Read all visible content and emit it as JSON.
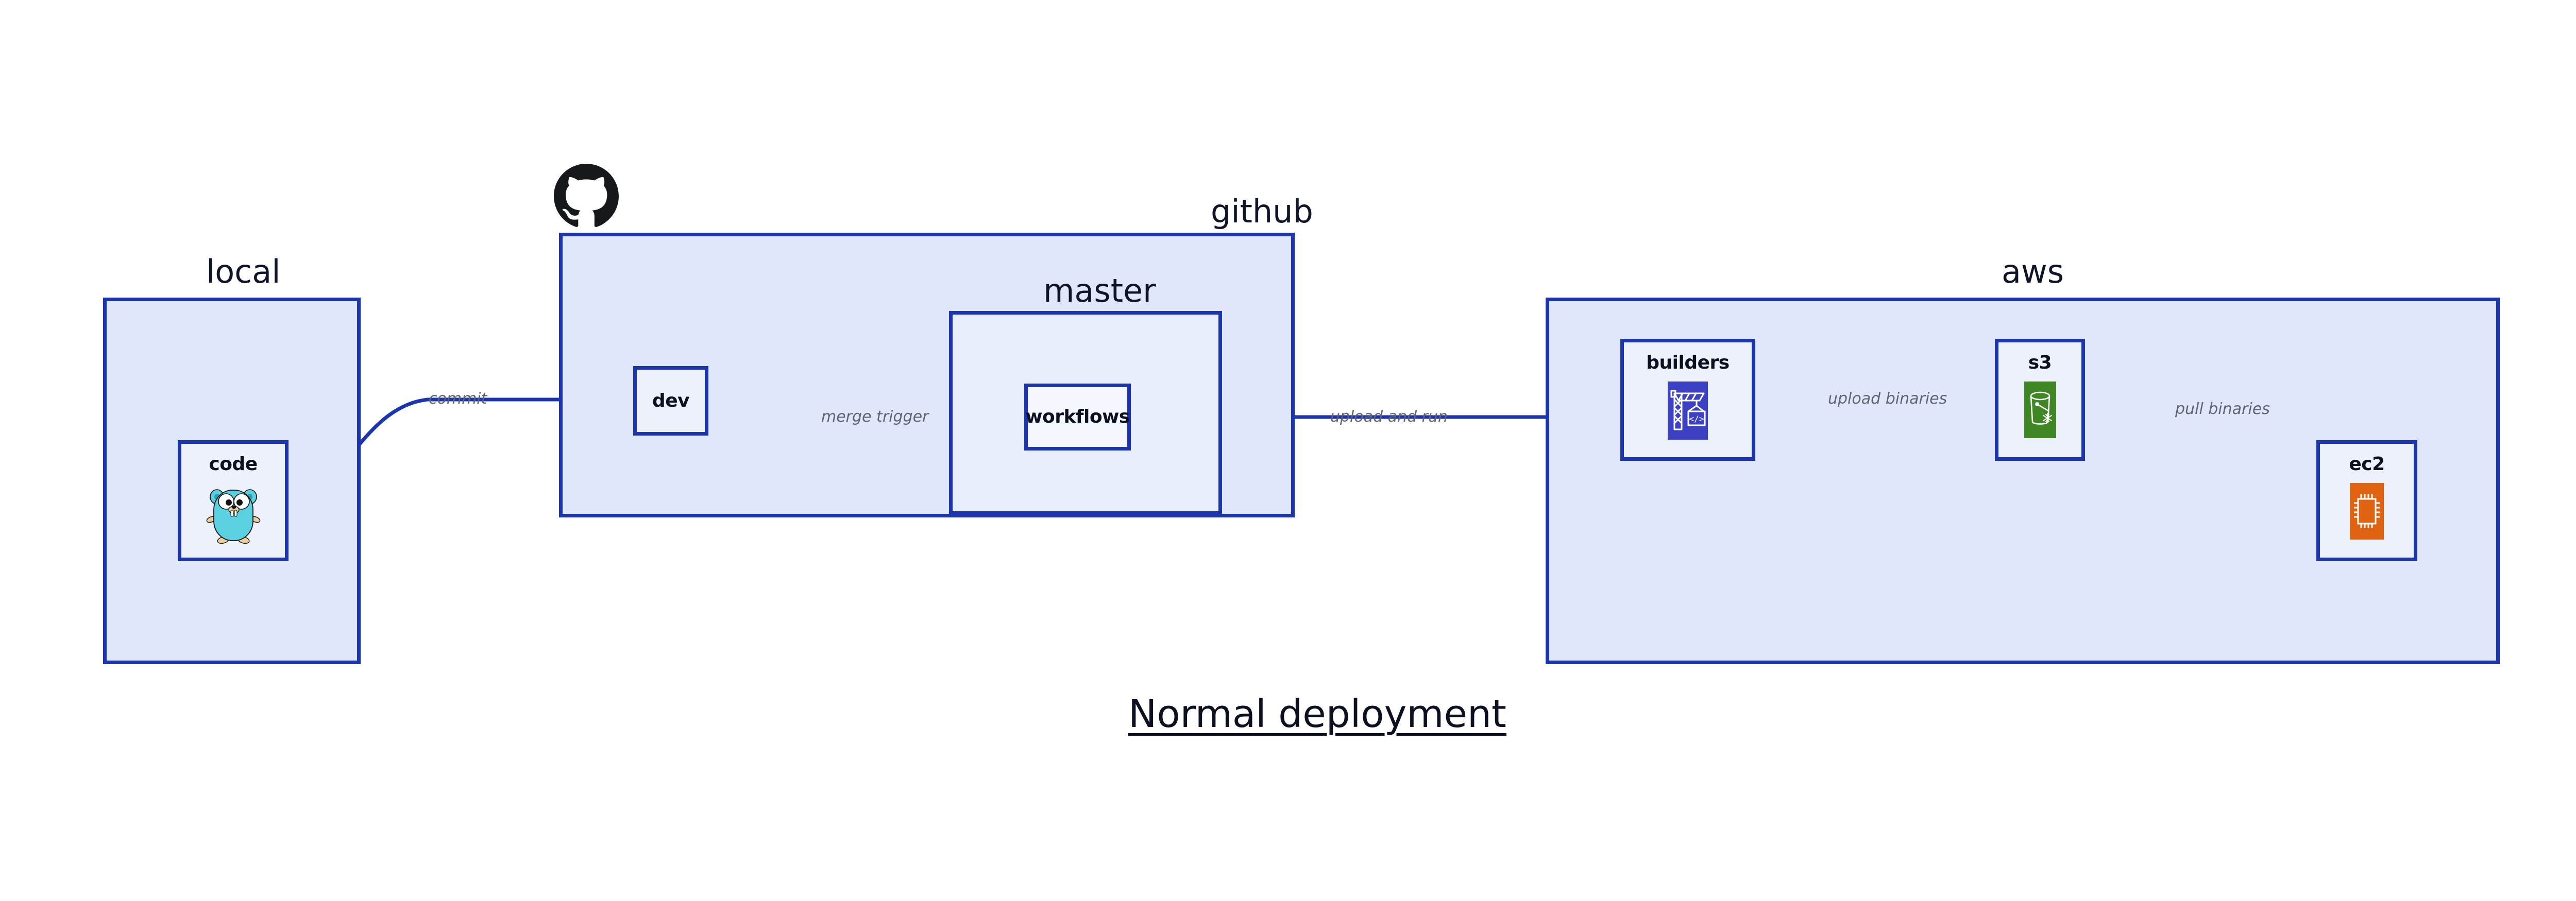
{
  "diagram": {
    "caption": "Normal deployment",
    "accent_border": "#1b35ae",
    "zone_fill": "#e1e7fb",
    "node_fill": "#edf1fc",
    "label_color": "#60646e"
  },
  "zones": [
    {
      "id": "local",
      "label": "local"
    },
    {
      "id": "github",
      "label": "github"
    },
    {
      "id": "master",
      "label": "master"
    },
    {
      "id": "aws",
      "label": "aws"
    }
  ],
  "nodes": [
    {
      "id": "code",
      "label": "code",
      "icon": "go-gopher-icon",
      "icon_color": "#5ad0e0"
    },
    {
      "id": "dev",
      "label": "dev",
      "icon": "none",
      "icon_color": ""
    },
    {
      "id": "workflows",
      "label": "workflows",
      "icon": "none",
      "icon_color": ""
    },
    {
      "id": "builders",
      "label": "builders",
      "icon": "aws-builders-icon",
      "icon_color": "#3c41c4"
    },
    {
      "id": "s3",
      "label": "s3",
      "icon": "aws-s3-icon",
      "icon_color": "#3f8624"
    },
    {
      "id": "ec2",
      "label": "ec2",
      "icon": "aws-ec2-icon",
      "icon_color": "#df6311"
    }
  ],
  "edges": [
    {
      "id": "commit",
      "label": "commit",
      "from": "code",
      "to": "dev"
    },
    {
      "id": "merge-trigger",
      "label": "merge trigger",
      "from": "dev",
      "to": "workflows"
    },
    {
      "id": "upload-and-run",
      "label": "upload and run",
      "from": "workflows",
      "to": "builders"
    },
    {
      "id": "upload-binaries",
      "label": "upload binaries",
      "from": "builders",
      "to": "s3"
    },
    {
      "id": "pull-binaries",
      "label": "pull binaries",
      "from": "s3",
      "to": "ec2"
    }
  ],
  "logos": [
    {
      "id": "github-octocat",
      "name": "github-octocat-icon",
      "color": "#17181b"
    }
  ]
}
